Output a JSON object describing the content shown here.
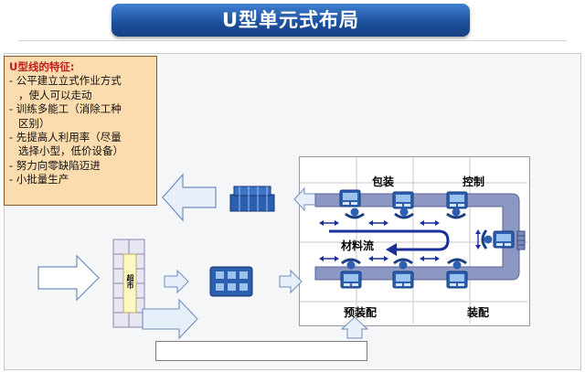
{
  "slide": {
    "title": "U型单元式布局"
  },
  "features": {
    "heading": "U型线的特征:",
    "lines": [
      "- 公平建立立式作业方式",
      "  ，使人可以走动",
      "- 训练多能工（消除工种",
      "  区别）",
      "- 先提高人利用率（尽量",
      "  选择小型，低价设备）",
      "- 努力向零缺陷迈进",
      "- 小批量生产"
    ]
  },
  "layout_labels": {
    "packing": "包装",
    "control": "控制",
    "material_flow": "材料流",
    "pre_assembly": "预装配",
    "assembly": "装配",
    "supermarket": "超市"
  },
  "colors": {
    "title_blue": "#1b4f9c",
    "feature_bg": "#fbdcae",
    "arrow_fill": "#e6effa",
    "arrow_stroke": "#6f8fbf",
    "conveyor": "#8c97c4",
    "machine": "#2c5fb0",
    "flow_arrow": "#1a2f9a"
  },
  "icons": [
    "block-arrow-icon",
    "pallet-stack-icon",
    "parts-tray-icon",
    "machine-icon",
    "worker-icon",
    "double-arrow-icon",
    "rack-icon"
  ]
}
